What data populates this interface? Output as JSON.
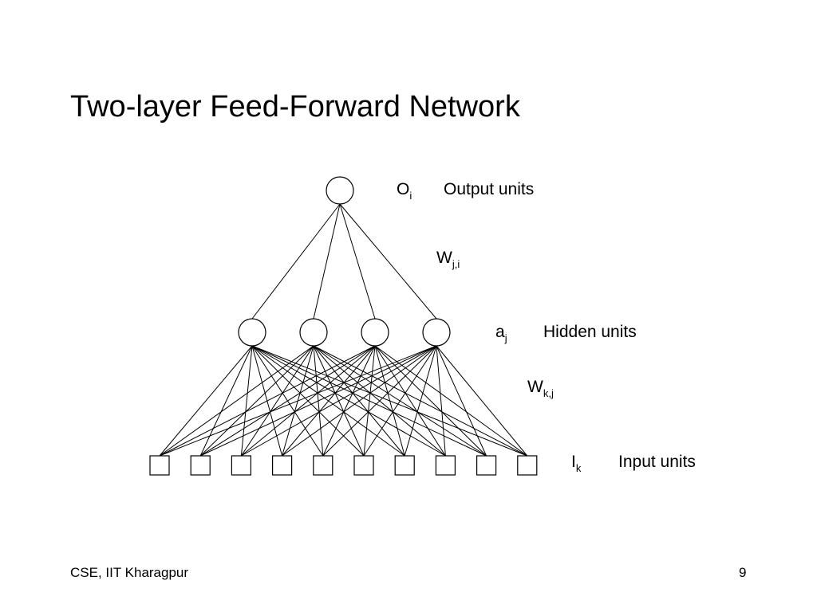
{
  "slide": {
    "title": "Two-layer Feed-Forward Network",
    "footer_left": "CSE, IIT Kharagpur",
    "page_number": "9"
  },
  "diagram": {
    "output_layer": {
      "symbol": "O",
      "subscript": "i",
      "label": "Output units",
      "count": 1
    },
    "hidden_weights": {
      "symbol": "W",
      "subscript": "j,i"
    },
    "hidden_layer": {
      "symbol": "a",
      "subscript": "j",
      "label": "Hidden units",
      "count": 4
    },
    "input_weights": {
      "symbol": "W",
      "subscript": "k,j"
    },
    "input_layer": {
      "symbol": "I",
      "subscript": "k",
      "label": "Input units",
      "count": 10
    }
  }
}
